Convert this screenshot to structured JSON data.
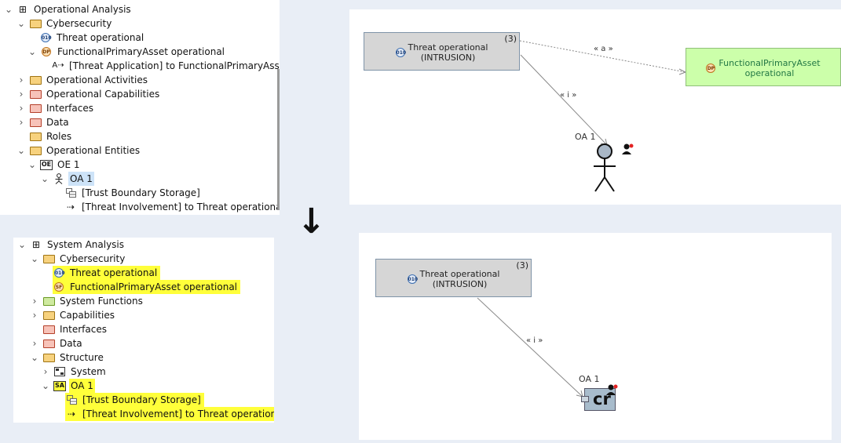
{
  "top_tree": {
    "items": [
      {
        "label": "Operational Analysis"
      },
      {
        "label": "Cybersecurity"
      },
      {
        "label": "Threat operational"
      },
      {
        "label": "FunctionalPrimaryAsset operational"
      },
      {
        "label": "[Threat Application] to FunctionalPrimaryAsset ope"
      },
      {
        "label": "Operational Activities"
      },
      {
        "label": "Operational Capabilities"
      },
      {
        "label": "Interfaces"
      },
      {
        "label": "Data"
      },
      {
        "label": "Roles"
      },
      {
        "label": "Operational Entities"
      },
      {
        "label": "OE 1"
      },
      {
        "label": "OA 1"
      },
      {
        "label": "[Trust Boundary Storage]"
      },
      {
        "label": "[Threat Involvement] to Threat operational"
      }
    ]
  },
  "bottom_tree": {
    "items": [
      {
        "label": "System Analysis"
      },
      {
        "label": "Cybersecurity"
      },
      {
        "label": "Threat operational"
      },
      {
        "label": "FunctionalPrimaryAsset operational"
      },
      {
        "label": "System Functions"
      },
      {
        "label": "Capabilities"
      },
      {
        "label": "Interfaces"
      },
      {
        "label": "Data"
      },
      {
        "label": "Structure"
      },
      {
        "label": "System"
      },
      {
        "label": "OA 1"
      },
      {
        "label": "[Trust Boundary Storage]"
      },
      {
        "label": "[Threat Involvement] to Threat operational"
      }
    ]
  },
  "arrow_down": "↓",
  "top_diagram": {
    "threat": {
      "line1": "Threat operational",
      "line2": "(INTRUSION)",
      "count": "(3)"
    },
    "asset": {
      "line1": "FunctionalPrimaryAsset",
      "line2": "operational"
    },
    "edge_a": "« a »",
    "edge_i": "« i »",
    "actor_label": "OA 1"
  },
  "bottom_diagram": {
    "threat": {
      "line1": "Threat operational",
      "line2": "(INTRUSION)",
      "count": "(3)"
    },
    "edge_i": "« i »",
    "component_label": "OA 1"
  },
  "icon_texts": {
    "threat_badge": "010",
    "asset_badge": "DP",
    "asset_badge_sys": "SF",
    "oe_badge": "OE",
    "sa_badge": "SA",
    "component_glyph": "cr",
    "text_icon": "A"
  },
  "colors": {
    "highlight": "#ffff3a",
    "selection": "#cde3f8",
    "threat_box": "#d6d6d6",
    "asset_box": "#ccffaa",
    "component_box": "#a8bccc"
  }
}
